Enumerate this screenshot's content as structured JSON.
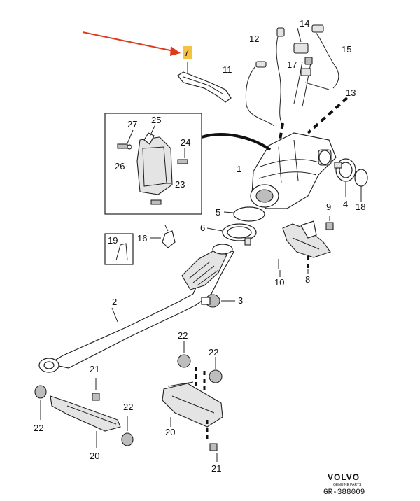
{
  "callouts": {
    "p1": "1",
    "p2": "2",
    "p3": "3",
    "p4": "4",
    "p5": "5",
    "p6": "6",
    "p7": "7",
    "p8": "8",
    "p9": "9",
    "p10": "10",
    "p11": "11",
    "p12": "12",
    "p13": "13",
    "p14": "14",
    "p15": "15",
    "p16": "16",
    "p17": "17",
    "p18": "18",
    "p19": "19",
    "p20a": "20",
    "p20b": "20",
    "p21a": "21",
    "p21b": "21",
    "p22a": "22",
    "p22b": "22",
    "p22c": "22",
    "p22d": "22",
    "p23": "23",
    "p24": "24",
    "p25": "25",
    "p26": "26",
    "p27": "27"
  },
  "highlight": {
    "part": "7",
    "color": "#f5c242",
    "arrow_color": "#e03a1e"
  },
  "brand": {
    "name": "VOLVO",
    "tagline": "GENUINE PARTS"
  },
  "reference": "GR-388009"
}
